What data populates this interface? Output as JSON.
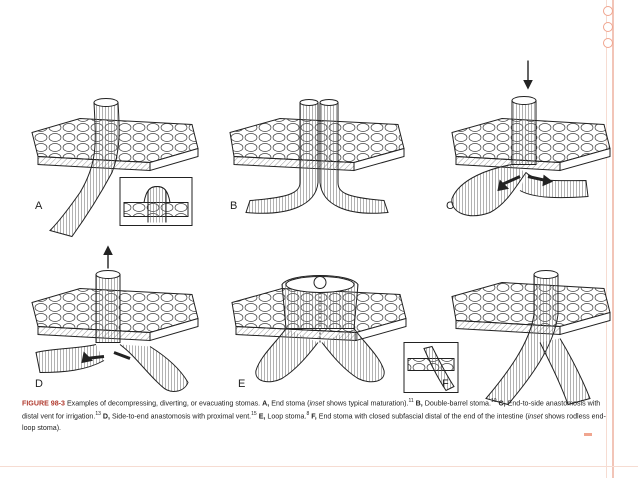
{
  "panels": {
    "a": "A",
    "b": "B",
    "c": "C",
    "d": "D",
    "e": "E",
    "f": "F"
  },
  "caption": {
    "figure": "FIGURE 98-3",
    "intro": "Examples of decompressing, diverting, or evacuating stomas.",
    "a_label": "A,",
    "a_text": "End stoma (",
    "a_inset": "inset",
    "a_text2": "shows typical maturation).",
    "a_ref": "11",
    "b_label": "B,",
    "b_text": "Double-barrel stoma.",
    "b_ref": "10",
    "c_label": "C,",
    "c_text": "End-to-side anastomosis with distal vent for irrigation.",
    "c_ref": "13",
    "d_label": "D,",
    "d_text": "Side-to-end anastomosis with proximal vent.",
    "d_ref": "15",
    "e_label": "E,",
    "e_text": "Loop stoma.",
    "e_ref": "8",
    "f_label": "F,",
    "f_text": "End stoma with closed subfascial distal of the end of the intestine (",
    "f_inset": "inset",
    "f_text2": "shows rodless end-loop stoma)."
  },
  "colors": {
    "accent": "#f0a58f",
    "line": "#222222"
  }
}
